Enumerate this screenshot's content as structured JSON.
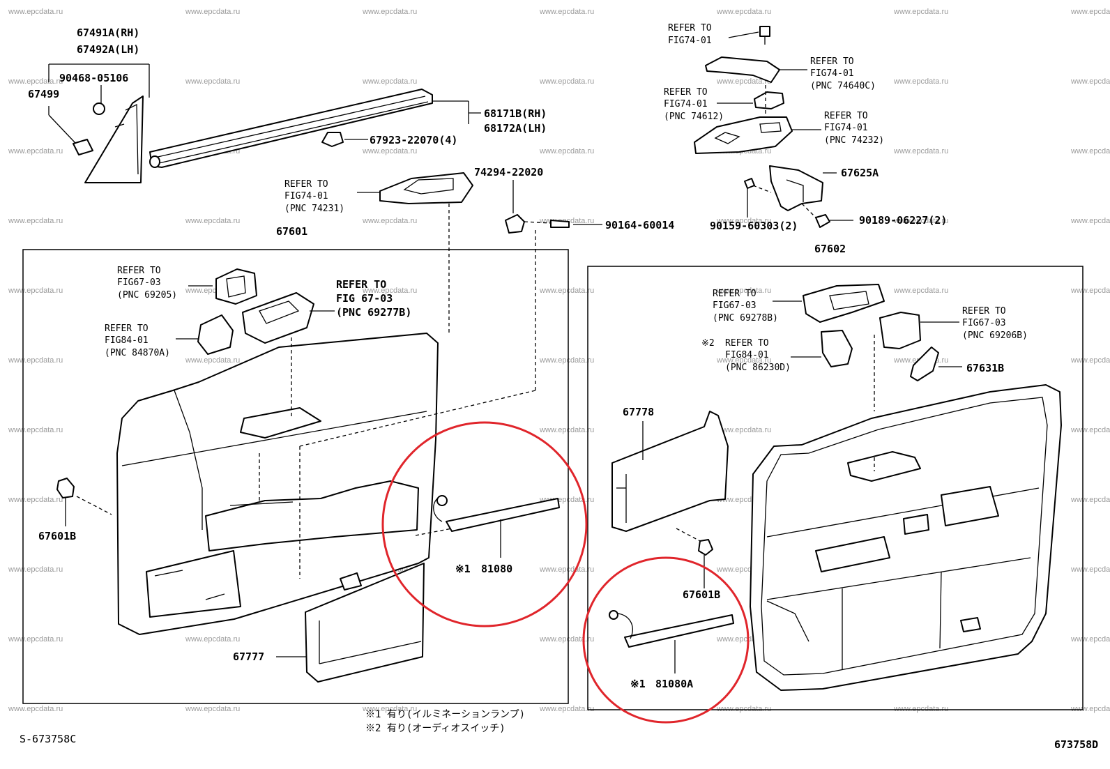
{
  "watermark": "www.epcdata.ru",
  "colors": {
    "highlight": "#e0252b",
    "ink": "#000000",
    "watermark": "#9a9a9a",
    "background": "#ffffff"
  },
  "part_numbers": {
    "p67491A": "67491A(RH)",
    "p67492A": "67492A(LH)",
    "p90468": "90468-05106",
    "p67499": "67499",
    "p68171B": "68171B(RH)",
    "p68172A": "68172A(LH)",
    "p67923": "67923-22070(4)",
    "p74294": "74294-22020",
    "p90164": "90164-60014",
    "p67601": "67601",
    "p67601B_left": "67601B",
    "p67777": "67777",
    "p81080": "81080",
    "p67625A": "67625A",
    "p90159": "90159-60303(2)",
    "p90189": "90189-06227(2)",
    "p67602": "67602",
    "p67631B": "67631B",
    "p67778": "67778",
    "p67601B_right": "67601B",
    "p81080A": "81080A"
  },
  "refs": {
    "r_74231": [
      "REFER TO",
      "FIG74-01",
      "(PNC 74231)"
    ],
    "r_69205": [
      "REFER TO",
      "FIG67-03",
      "(PNC 69205)"
    ],
    "r_84870A": [
      "REFER TO",
      "FIG84-01",
      "(PNC 84870A)"
    ],
    "r_69277B": [
      "REFER TO",
      "FIG 67-03",
      "(PNC 69277B)"
    ],
    "r_7401_top": [
      "REFER TO",
      "FIG74-01"
    ],
    "r_74640C": [
      "REFER TO",
      "FIG74-01",
      "(PNC 74640C)"
    ],
    "r_74612": [
      "REFER TO",
      "FIG74-01",
      "(PNC 74612)"
    ],
    "r_74232": [
      "REFER TO",
      "FIG74-01",
      "(PNC 74232)"
    ],
    "r_69278B": [
      "REFER TO",
      "FIG67-03",
      "(PNC 69278B)"
    ],
    "r_86230D": [
      "REFER TO",
      "FIG84-01",
      "(PNC 86230D)"
    ],
    "r_69206B": [
      "REFER TO",
      "FIG67-03",
      "(PNC 69206B)"
    ]
  },
  "marks": {
    "note1": "※1",
    "note2": "※2"
  },
  "notes": {
    "n1": "※1 有り(イルミネーションランプ)",
    "n2": "※2 有り(オーディオスイッチ)"
  },
  "codes": {
    "left": "S-673758C",
    "right": "673758D"
  }
}
